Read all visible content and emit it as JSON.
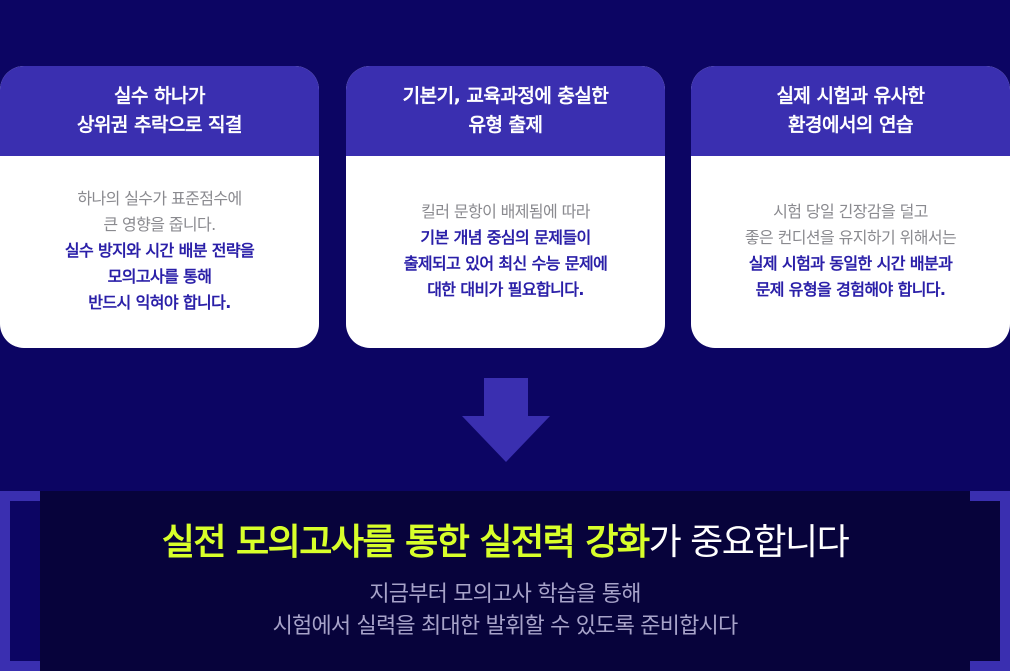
{
  "colors": {
    "background": "#0c0563",
    "card_header": "#3a2fb0",
    "highlight": "#d8ff2a",
    "emphasis_text": "#2a1fa8"
  },
  "cards": [
    {
      "title_lines": [
        "실수 하나가",
        "상위권 추락으로 직결"
      ],
      "normal_lines": [
        "하나의 실수가 표준점수에",
        "큰 영향을 줍니다."
      ],
      "bold_lines": [
        "실수 방지와 시간 배분 전략을",
        "모의고사를 통해",
        "반드시 익혀야 합니다."
      ]
    },
    {
      "title_lines": [
        "기본기, 교육과정에 충실한",
        "유형 출제"
      ],
      "normal_lines": [
        "킬러 문항이 배제됨에 따라"
      ],
      "bold_lines": [
        "기본 개념 중심의 문제들이",
        "출제되고 있어 최신 수능 문제에",
        "대한 대비가 필요합니다."
      ]
    },
    {
      "title_lines": [
        "실제 시험과 유사한",
        "환경에서의 연습"
      ],
      "normal_lines": [
        "시험 당일 긴장감을 덜고",
        "좋은 컨디션을 유지하기 위해서는"
      ],
      "bold_lines": [
        "실제 시험과 동일한 시간 배분과",
        "문제 유형을 경험해야 합니다."
      ]
    }
  ],
  "arrow_icon": "down-arrow-icon",
  "conclusion": {
    "highlight": "실전 모의고사를 통한 실전력 강화",
    "rest": "가 중요합니다",
    "sub_lines": [
      "지금부터 모의고사 학습을 통해",
      "시험에서 실력을 최대한 발휘할 수 있도록 준비합시다"
    ]
  }
}
